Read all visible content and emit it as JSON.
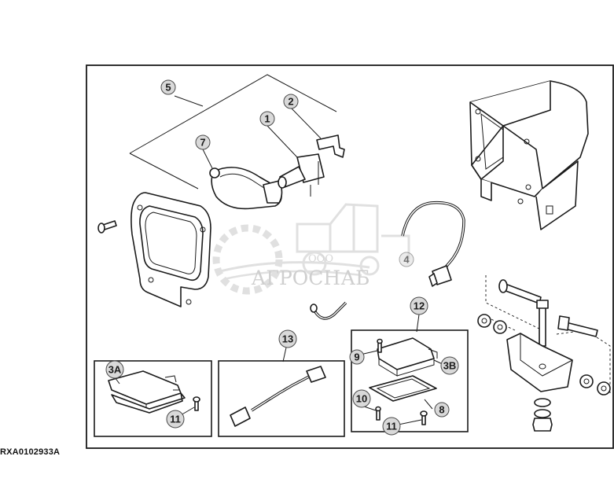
{
  "figure": {
    "reference_code": "RXA0102933A",
    "callouts": [
      {
        "id": "c1",
        "label": "1"
      },
      {
        "id": "c2",
        "label": "2"
      },
      {
        "id": "c3a",
        "label": "3A"
      },
      {
        "id": "c3b",
        "label": "3B"
      },
      {
        "id": "c4",
        "label": "4"
      },
      {
        "id": "c5",
        "label": "5"
      },
      {
        "id": "c7",
        "label": "7"
      },
      {
        "id": "c8",
        "label": "8"
      },
      {
        "id": "c9",
        "label": "9"
      },
      {
        "id": "c10",
        "label": "10"
      },
      {
        "id": "c11a",
        "label": "11"
      },
      {
        "id": "c11b",
        "label": "11"
      },
      {
        "id": "c12",
        "label": "12"
      },
      {
        "id": "c13",
        "label": "13"
      }
    ]
  },
  "watermark": {
    "company_prefix": "ООО",
    "company_name": "АГРОСНАБ"
  },
  "colors": {
    "line": "#1a1a1a",
    "callout_fill": "#d9d9d9",
    "watermark": "#c8c8c8"
  }
}
